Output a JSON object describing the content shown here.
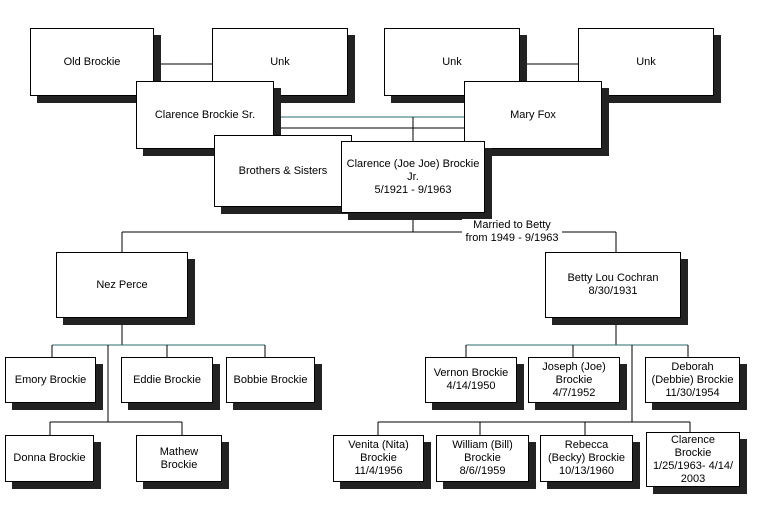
{
  "people": {
    "old_brockie": "Old Brockie",
    "unk_1": "Unk",
    "unk_2": "Unk",
    "unk_3": "Unk",
    "clarence_sr": "Clarence Brockie Sr.",
    "mary_fox": "Mary Fox",
    "brothers_sisters": "Brothers & Sisters",
    "clarence_jr": "Clarence (Joe Joe) Brockie\nJr.\n5/1921 - 9/1963",
    "nez_perce": "Nez Perce",
    "betty": "Betty Lou Cochran\n8/30/1931",
    "emory": "Emory Brockie",
    "eddie": "Eddie Brockie",
    "bobbie": "Bobbie Brockie",
    "donna": "Donna Brockie",
    "mathew": "Mathew Brockie",
    "vernon": "Vernon Brockie\n4/14/1950",
    "joseph": "Joseph (Joe)\nBrockie\n4/7/1952",
    "deborah": "Deborah\n(Debbie) Brockie\n11/30/1954",
    "venita": "Venita (Nita)\nBrockie\n11/4/1956",
    "william": "William (Bill)\nBrockie\n8/6//1959",
    "rebecca": "Rebecca\n(Becky) Brockie\n10/13/1960",
    "clarence_iii": "Clarence\nBrockie\n1/25/1963- 4/14/\n2003"
  },
  "marriage_note": "Married to Betty\nfrom 1949 - 9/1963",
  "colors": {
    "line": "#000000",
    "connector_teal": "#2e6b6b",
    "shadow": "#222222"
  }
}
